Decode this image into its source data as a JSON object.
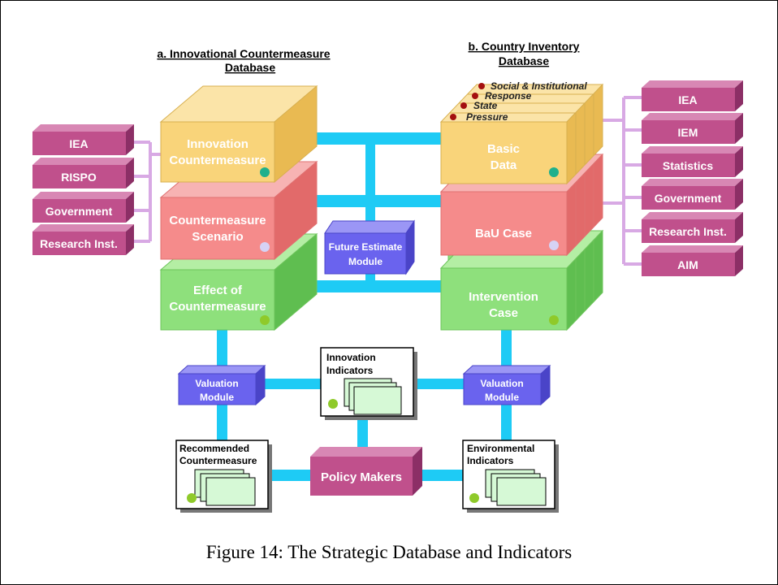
{
  "headers": {
    "left_line1": "a. Innovational Countermeasure",
    "left_line2": "Database",
    "right_line1": "b. Country Inventory",
    "right_line2": "Database"
  },
  "left_sources": [
    "IEA",
    "RISPO",
    "Government",
    "Research Inst."
  ],
  "right_sources": [
    "IEA",
    "IEM",
    "Statistics",
    "Government",
    "Research Inst.",
    "AIM"
  ],
  "left_blocks": {
    "innovation": [
      "Innovation",
      "Countermeasure"
    ],
    "scenario": [
      "Countermeasure",
      "Scenario"
    ],
    "effect": [
      "Effect of",
      "Countermeasure"
    ]
  },
  "right_blocks": {
    "basic": [
      "Basic",
      "Data"
    ],
    "bau": "BaU Case",
    "intervention": [
      "Intervention",
      "Case"
    ]
  },
  "layers": [
    "Social & Institutional",
    "Response",
    "State",
    "Pressure"
  ],
  "future_module": [
    "Future Estimate",
    "Module"
  ],
  "valuation_left": [
    "Valuation",
    "Module"
  ],
  "valuation_right": [
    "Valuation",
    "Module"
  ],
  "innovation_indicators": [
    "Innovation",
    "Indicators"
  ],
  "environmental_indicators": [
    "Environmental",
    "Indicators"
  ],
  "recommended": [
    "Recommended",
    "Countermeasure"
  ],
  "policy_makers": "Policy Makers",
  "caption": "Figure 14:  The Strategic Database and Indicators",
  "colors": {
    "connector": "#1ecbf5",
    "source_box": "#c0508c",
    "source_line": "#d8a9e4",
    "yellow": "#f9d47a",
    "pink": "#f58b8b",
    "green": "#8ee07c",
    "module": "#6a63ee"
  }
}
